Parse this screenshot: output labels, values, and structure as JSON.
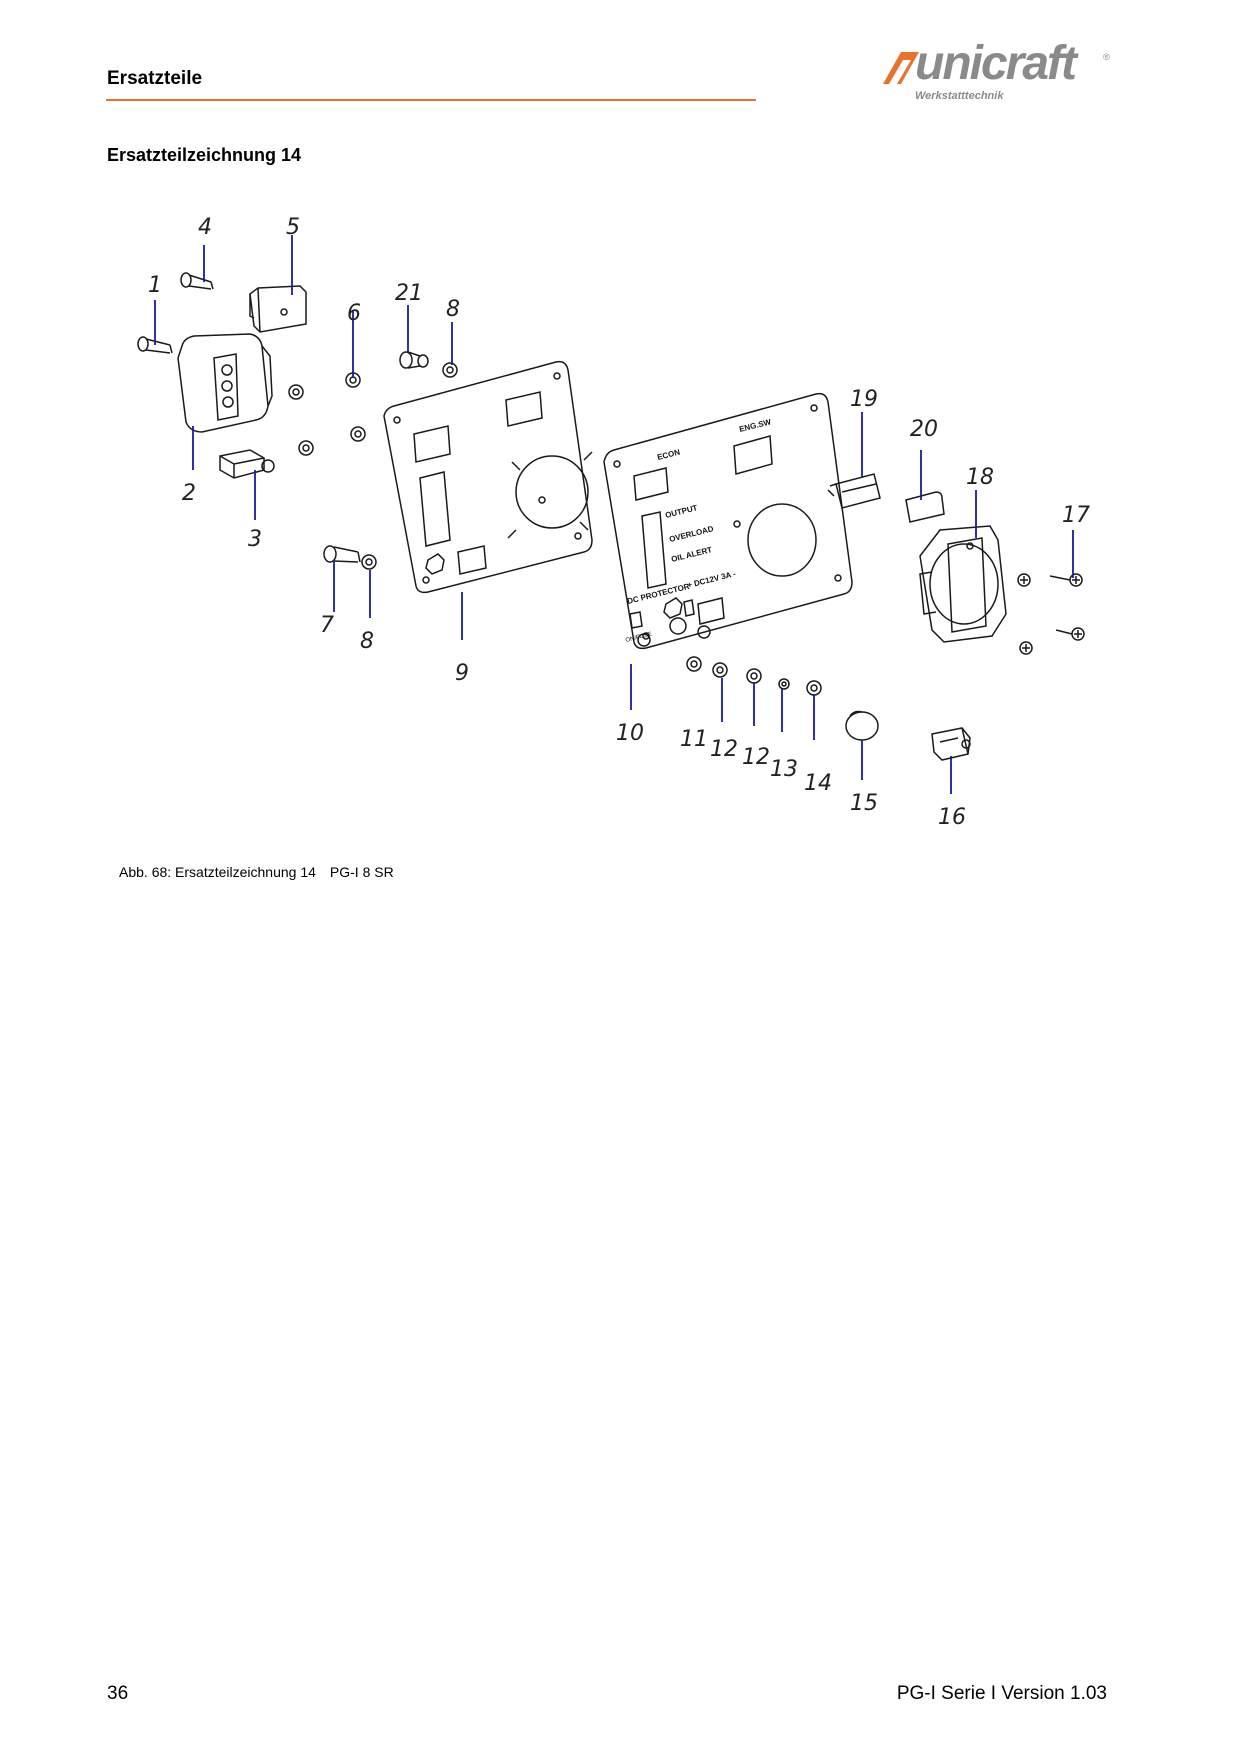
{
  "header": {
    "title": "Ersatzteile",
    "accent_color": "#e8732a"
  },
  "logo": {
    "name": "unicraft",
    "subtitle": "Werkstatttechnik",
    "registered": "®",
    "color": "#8a8a8a"
  },
  "section": {
    "title": "Ersatzteilzeichnung 14"
  },
  "drawing": {
    "part_labels": [
      "1",
      "2",
      "3",
      "4",
      "5",
      "6",
      "7",
      "8",
      "8",
      "9",
      "10",
      "11",
      "12",
      "12",
      "13",
      "14",
      "15",
      "16",
      "17",
      "18",
      "19",
      "20",
      "21"
    ],
    "panel_texts": {
      "econ": "ECON",
      "engine_sw": "ENG.SW",
      "output": "OUTPUT",
      "overload": "OVERLOAD",
      "oil_alert": "OIL ALERT",
      "dc_protector": "DC PROTECTOR",
      "dc_rating": "+ DC12V 3A -",
      "on_fuse": "ON/FUSE"
    },
    "line_color": "#1a1aa0"
  },
  "caption": {
    "label": "Abb. 68: Ersatzteilzeichnung 14",
    "model": "PG-I 8 SR"
  },
  "footer": {
    "page_number": "36",
    "document": "PG-I Serie I Version 1.03"
  }
}
